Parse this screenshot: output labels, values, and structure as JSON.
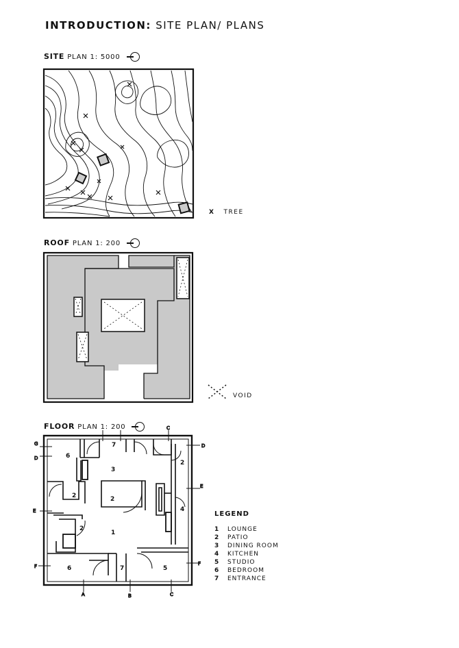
{
  "title": {
    "bold": "INTRODUCTION:",
    "rest": "SITE PLAN/ PLANS"
  },
  "site_plan": {
    "label_bold": "SITE",
    "label_rest": "PLAN 1: 5000"
  },
  "roof_plan": {
    "label_bold": "ROOF",
    "label_rest": "PLAN 1: 200"
  },
  "floor_plan": {
    "label_bold": "FLOOR",
    "label_rest": "PLAN 1: 200"
  },
  "tree_key": {
    "symbol": "X",
    "label": "TREE"
  },
  "void_key": {
    "label": "VOID"
  },
  "gridlines": {
    "a": "A",
    "b": "B",
    "c": "C",
    "d": "D",
    "e": "E",
    "f": "F",
    "g": "G"
  },
  "legend": {
    "title": "LEGEND",
    "items": [
      {
        "num": "1",
        "label": "LOUNGE"
      },
      {
        "num": "2",
        "label": "PATIO"
      },
      {
        "num": "3",
        "label": "DINING ROOM"
      },
      {
        "num": "4",
        "label": "KITCHEN"
      },
      {
        "num": "5",
        "label": "STUDIO"
      },
      {
        "num": "6",
        "label": "BEDROOM"
      },
      {
        "num": "7",
        "label": "ENTRANCE"
      }
    ]
  },
  "colors": {
    "ink": "#111111",
    "roof_fill": "#c9c9c9",
    "paper": "#ffffff"
  }
}
